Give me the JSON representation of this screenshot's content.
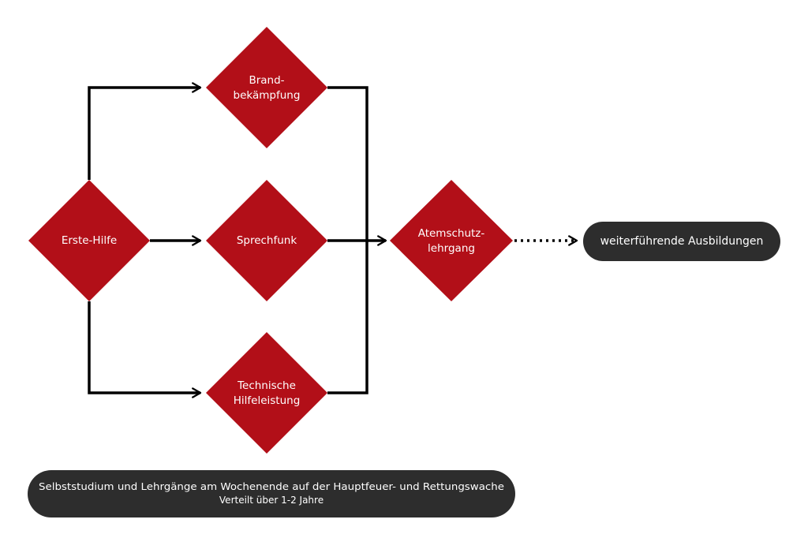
{
  "colors": {
    "diamond_fill": "#b20f18",
    "pill_fill": "#2d2d2d",
    "line": "#000000",
    "text": "#ffffff"
  },
  "nodes": {
    "erste_hilfe": {
      "label": "Erste-Hilfe"
    },
    "brand": {
      "line1": "Brand-",
      "line2": "bekämpfung"
    },
    "sprechfunk": {
      "label": "Sprechfunk"
    },
    "technische": {
      "line1": "Technische",
      "line2": "Hilfeleistung"
    },
    "atemschutz": {
      "line1": "Atemschutz-",
      "line2": "lehrgang"
    }
  },
  "pills": {
    "weiterfuehrend": {
      "label": "weiterführende Ausbildungen"
    },
    "footer": {
      "line1": "Selbststudium und Lehrgänge am Wochenende auf der Hauptfeuer- und Rettungswache",
      "line2": "Verteilt über 1-2 Jahre"
    }
  }
}
